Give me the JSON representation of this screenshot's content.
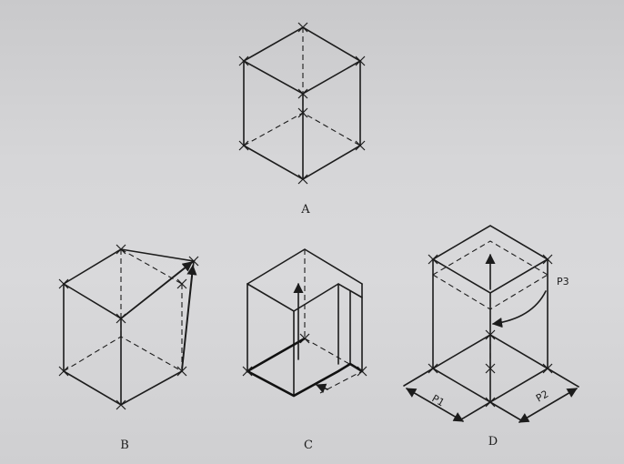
{
  "figures": [
    {
      "id": "A",
      "label": "A"
    },
    {
      "id": "B",
      "label": "B"
    },
    {
      "id": "C",
      "label": "C"
    },
    {
      "id": "D",
      "label": "D",
      "dimensions": {
        "p1": "P1",
        "p2": "P2",
        "p3": "P3"
      }
    }
  ],
  "colors": {
    "ink": "#1c1c1c",
    "paper": "#d6d6d8"
  }
}
